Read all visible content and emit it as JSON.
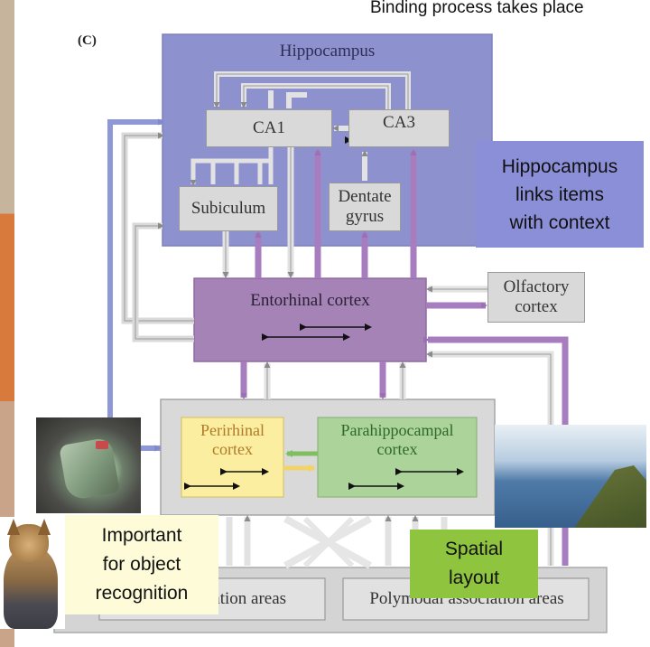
{
  "header": {
    "caption": "Binding process takes place"
  },
  "figure": {
    "panel_label": "(C)",
    "regions": {
      "hippocampus": "Hippocampus",
      "ca1": "CA1",
      "ca3": "CA3",
      "subiculum": "Subiculum",
      "dentate_gyrus_line1": "Dentate",
      "dentate_gyrus_line2": "gyrus",
      "entorhinal": "Entorhinal cortex",
      "olfactory_line1": "Olfactory",
      "olfactory_line2": "cortex",
      "perirhinal_line1": "Perirhinal",
      "perirhinal_line2": "cortex",
      "parahippocampal_line1": "Parahippocampal",
      "parahippocampal_line2": "cortex",
      "unimodal_partial": "iation areas",
      "polymodal": "Polymodal association areas"
    }
  },
  "annotations": {
    "hippocampus_note_line1": "Hippocampus",
    "hippocampus_note_line2": "links items",
    "hippocampus_note_line3": "with context",
    "object_note_line1": "Important",
    "object_note_line2": "for object",
    "object_note_line3": "recognition",
    "spatial_note_line1": "Spatial",
    "spatial_note_line2": "layout"
  },
  "colors": {
    "hippocampus_fill": "#8d92cf",
    "entorhinal_fill": "#a583b6",
    "gray_box": "#d9d9d9",
    "perirhinal_fill": "#fbeea0",
    "parahippocampal_fill": "#abd39a",
    "note_blue": "#8b8fd8",
    "note_yellow": "#fdfbd8",
    "note_green": "#8fc43f",
    "purple_arrow": "#a77dbf",
    "blue_arrow": "#8f98d6"
  },
  "images": {
    "object_photo": "crushed-can-photo",
    "landscape_photo": "coastal-cliff-photo",
    "dog_photo": "yorkshire-terrier-photo"
  }
}
